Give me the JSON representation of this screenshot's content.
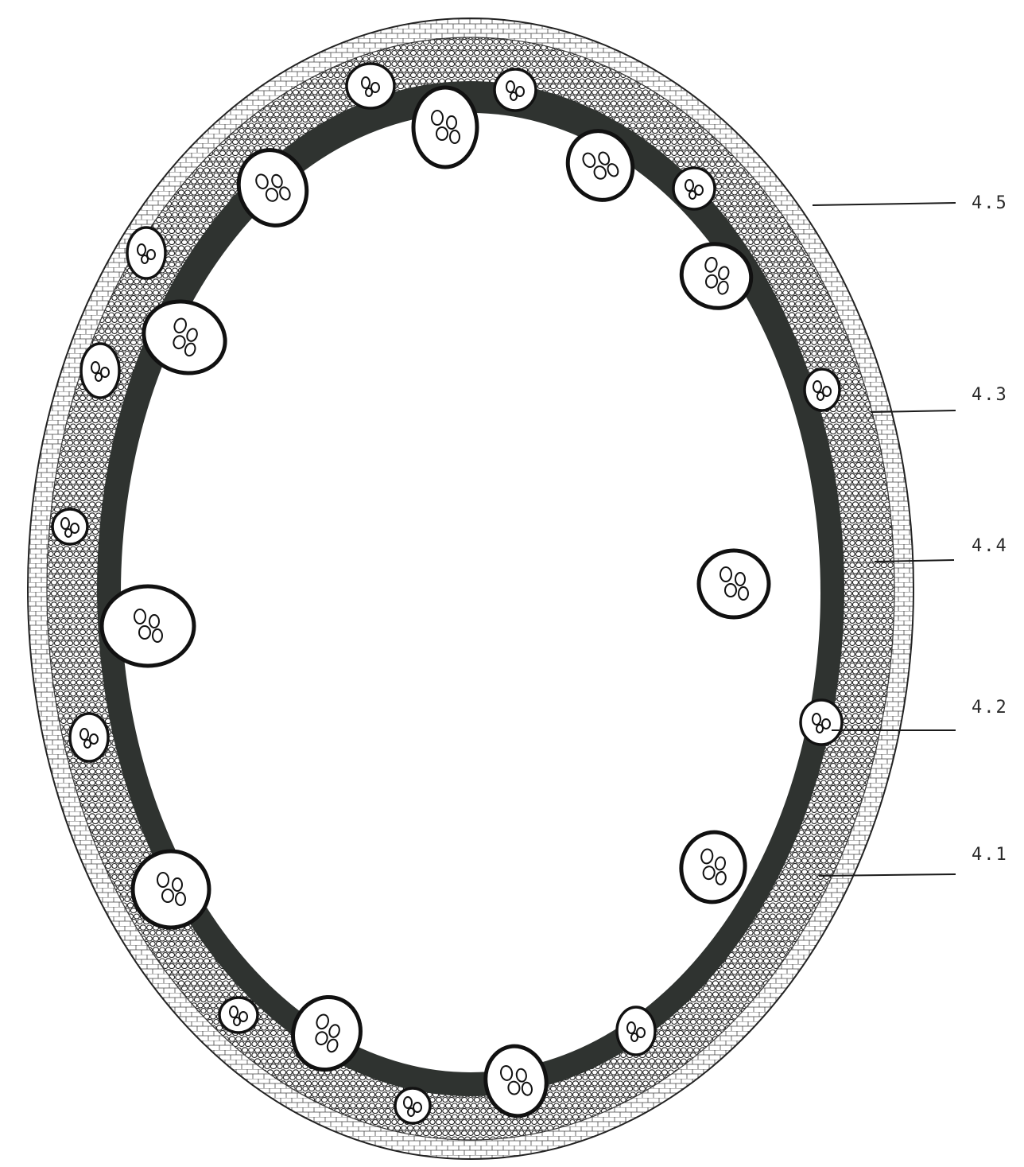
{
  "diagram": {
    "labels": [
      {
        "id": "4.5",
        "text": "4.5"
      },
      {
        "id": "4.3",
        "text": "4.3"
      },
      {
        "id": "4.4",
        "text": "4.4"
      },
      {
        "id": "4.2",
        "text": "4.2"
      },
      {
        "id": "4.1",
        "text": "4.1"
      }
    ],
    "colors": {
      "sclerenchyma_ring": "#2f3330",
      "ink": "#111111",
      "background": "#ffffff"
    }
  }
}
